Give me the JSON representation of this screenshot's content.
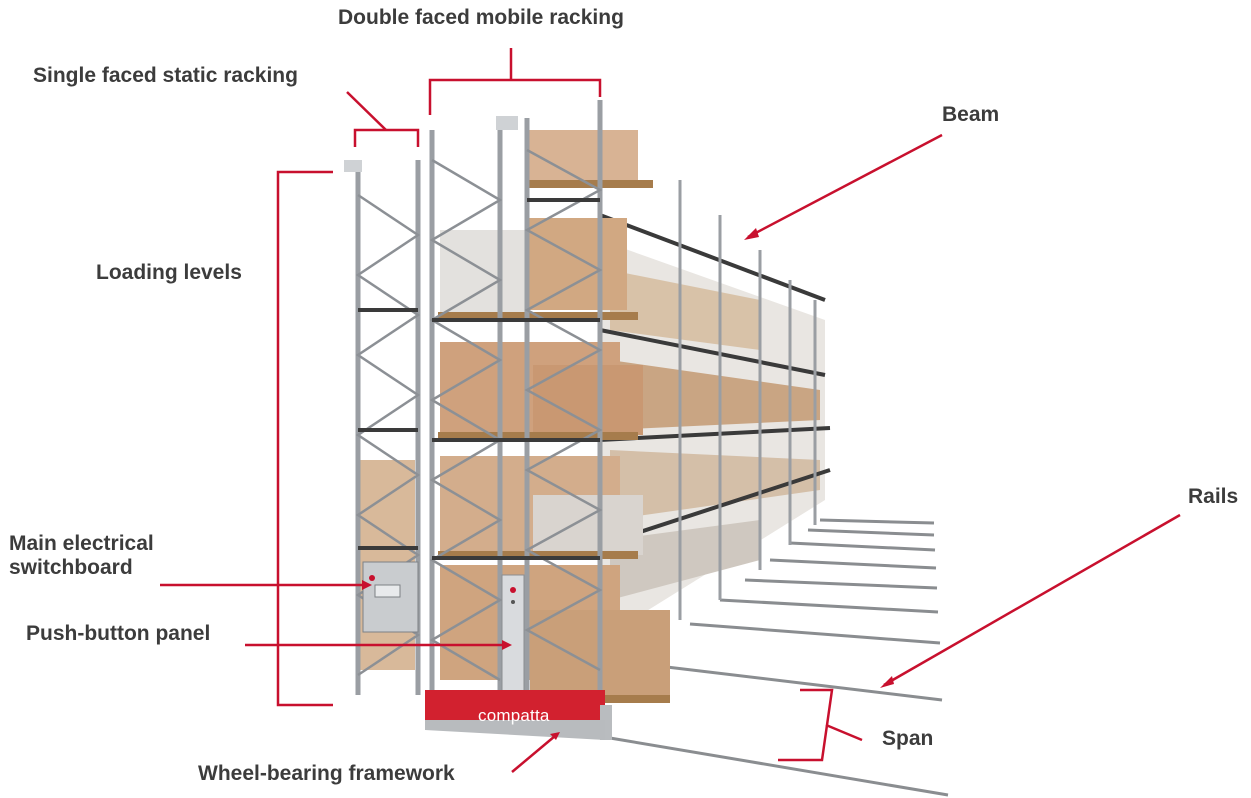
{
  "labels": {
    "double_faced_mobile_racking": "Double faced mobile racking",
    "single_faced_static_racking": "Single faced static racking",
    "beam": "Beam",
    "loading_levels": "Loading levels",
    "rails": "Rails",
    "main_electrical_switchboard_line1": "Main electrical",
    "main_electrical_switchboard_line2": "switchboard",
    "push_button_panel": "Push-button panel",
    "span": "Span",
    "wheel_bearing_framework": "Wheel-bearing framework"
  },
  "brand": "compatta",
  "colors": {
    "annotation_red": "#c8102e",
    "label_text": "#3c3c3c",
    "upright_steel": "#9a9ea3",
    "beam_dark": "#3a3a3a",
    "carton": "#c99f79",
    "pallet_wood": "#a67c4c"
  },
  "icons": [
    "cabinet-icon",
    "push-button-panel-icon",
    "compatta-logo"
  ]
}
